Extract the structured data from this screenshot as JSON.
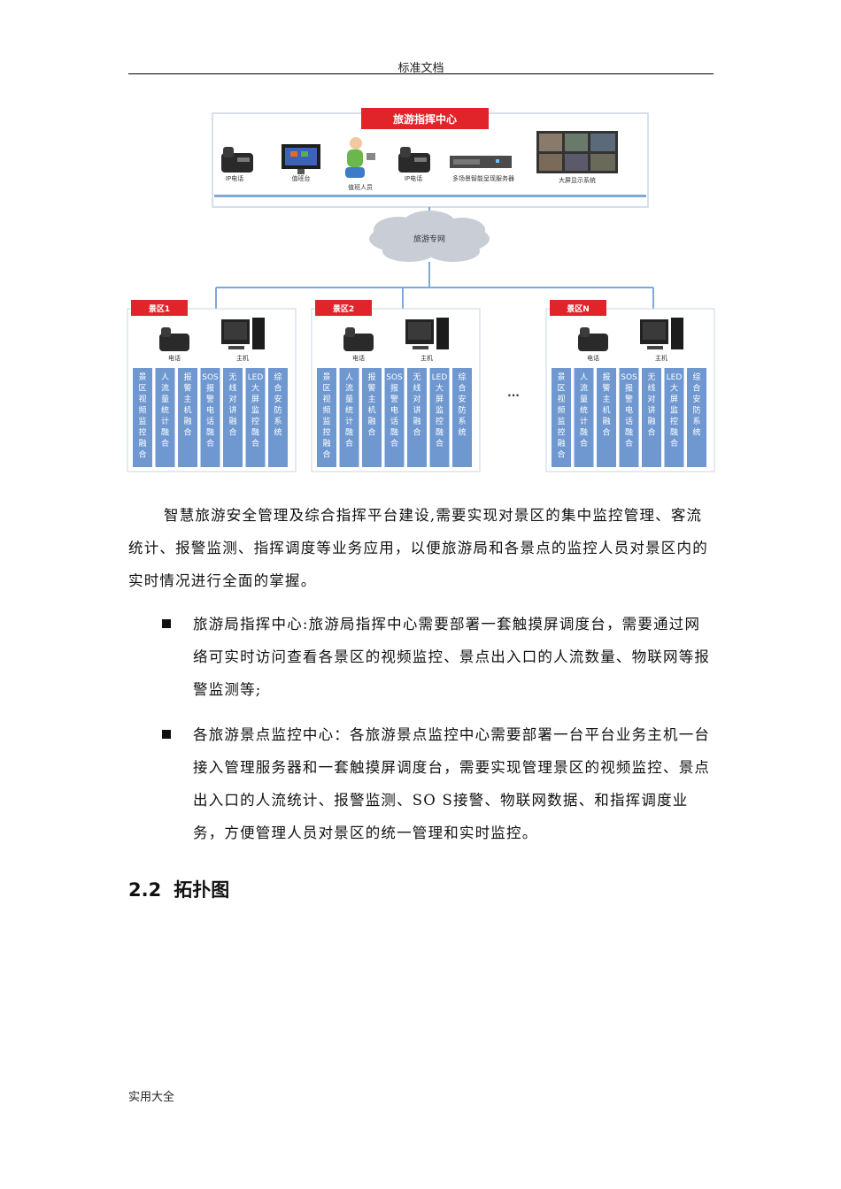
{
  "header": {
    "title": "标准文档"
  },
  "footer": {
    "text": "实用大全"
  },
  "diagram": {
    "command_center_label": "旅游指挥中心",
    "top_devices": [
      "IP电话",
      "值班台",
      "值班人员",
      "IP电话",
      "多场景智能呈现服务器",
      "大屏显示系统"
    ],
    "network_label": "旅游专网",
    "ellipsis": "...",
    "zones": [
      {
        "label": "景区1",
        "phone": "电话",
        "host": "主机"
      },
      {
        "label": "景区2",
        "phone": "电话",
        "host": "主机"
      },
      {
        "label": "景区N",
        "phone": "电话",
        "host": "主机"
      }
    ],
    "modules": [
      "景区视频监控融合",
      "人流量统计融合",
      "报警主机融合",
      "SOS报警电话融合",
      "无线对讲融合",
      "LED大屏监控融合",
      "综合安防系统"
    ],
    "colors": {
      "red": "#e0242a",
      "blue": "#6f98d0",
      "line": "#7fa7d8"
    }
  },
  "body": {
    "paragraph": "智慧旅游安全管理及综合指挥平台建设,需要实现对景区的集中监控管理、客流统计、报警监测、指挥调度等业务应用，以便旅游局和各景点的监控人员对景区内的实时情况进行全面的掌握。",
    "bullets": [
      "旅游局指挥中心:旅游局指挥中心需要部署一套触摸屏调度台，需要通过网络可实时访问查看各景区的视频监控、景点出入口的人流数量、物联网等报警监测等;",
      "各旅游景点监控中心：各旅游景点监控中心需要部署一台平台业务主机一台接入管理服务器和一套触摸屏调度台，需要实现管理景区的视频监控、景点出入口的人流统计、报警监测、SO S接警、物联网数据、和指挥调度业务，方便管理人员对景区的统一管理和实时监控。"
    ]
  },
  "section": {
    "number": "2.2",
    "title": "拓扑图"
  }
}
